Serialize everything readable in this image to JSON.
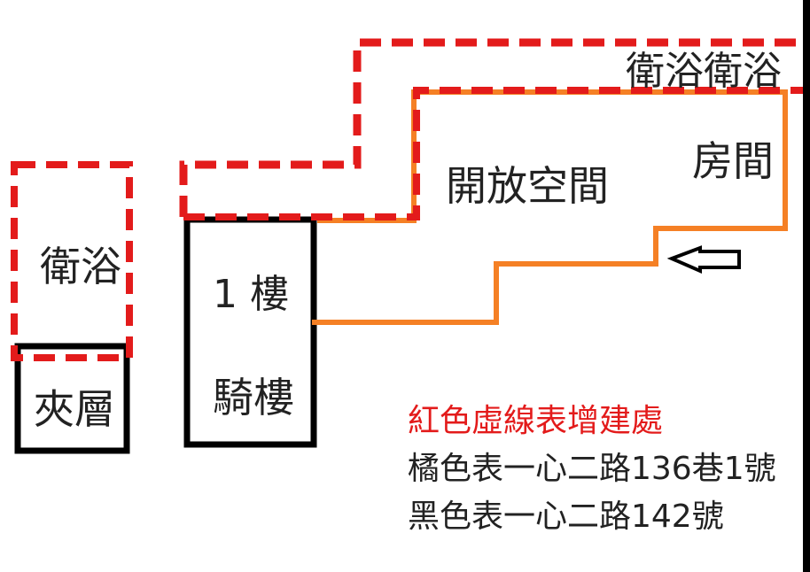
{
  "colors": {
    "added_structure": "#e31b1b",
    "orange_boundary": "#f58025",
    "black_boundary": "#000000",
    "legend_red_text": "#e31b1b",
    "legend_text": "#222222"
  },
  "labels": {
    "bathroom_left": "衛浴",
    "mezzanine": "夾層",
    "floor_1": "1 樓",
    "arcade": "騎樓",
    "open_space": "開放空間",
    "room": "房間",
    "bathroom_top": "衛浴衛浴"
  },
  "icons": {
    "arrow": "left-arrow-icon"
  },
  "legend": {
    "red": "紅色虛線表增建處",
    "orange": "橘色表一心二路136巷1號",
    "black": "黑色表一心二路142號"
  }
}
